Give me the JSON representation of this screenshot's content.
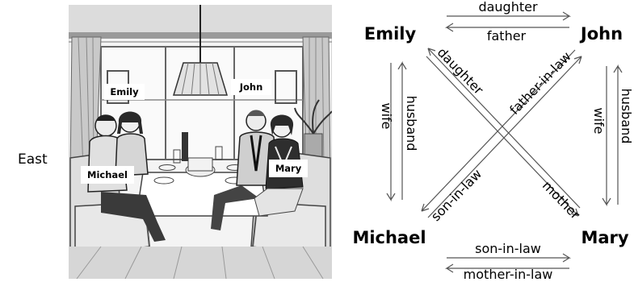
{
  "side_label": "East",
  "photo": {
    "labels": {
      "emily": "Emily",
      "john": "John",
      "michael": "Michael",
      "mary": "Mary"
    }
  },
  "diagram": {
    "nodes": {
      "emily": "Emily",
      "john": "John",
      "michael": "Michael",
      "mary": "Mary"
    },
    "edges": {
      "emily_to_john": "daughter",
      "john_to_emily": "father",
      "emily_to_michael": "husband",
      "michael_to_emily": "wife",
      "john_to_mary": "husband",
      "mary_to_john": "wife",
      "michael_to_mary": "son-in-law",
      "mary_to_michael": "mother-in-law",
      "emily_diag_mary": "daughter",
      "mary_diag_emily": "mother",
      "john_diag_michael": "father-in-law",
      "michael_diag_john": "son-in-law"
    }
  },
  "colors": {
    "line": "#555555",
    "text": "#000000"
  }
}
